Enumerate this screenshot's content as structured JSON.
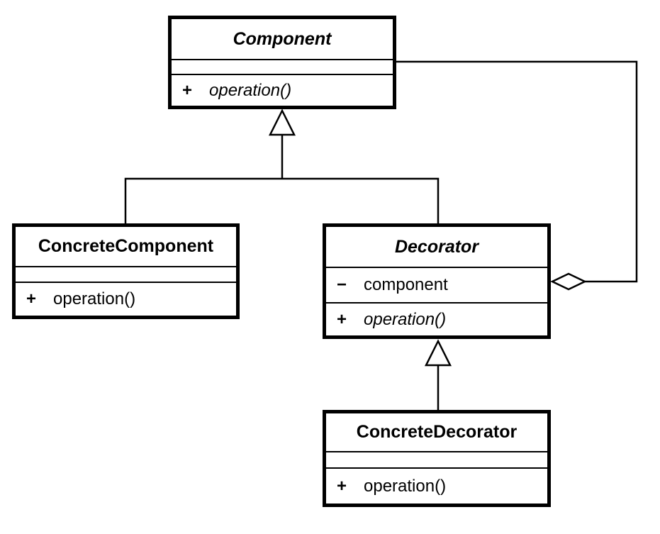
{
  "diagram": {
    "kind": "uml-class-diagram",
    "pattern_name": "Decorator",
    "background_color": "#ffffff",
    "line_color": "#000000",
    "box_fill_color": "#ffffff"
  },
  "classes": {
    "component": {
      "name": "Component",
      "abstract": true,
      "attributes": [],
      "methods": [
        {
          "visibility": "+",
          "name": "operation()",
          "abstract": true
        }
      ]
    },
    "concrete_component": {
      "name": "ConcreteComponent",
      "abstract": false,
      "attributes": [],
      "methods": [
        {
          "visibility": "+",
          "name": "operation()",
          "abstract": false
        }
      ]
    },
    "decorator": {
      "name": "Decorator",
      "abstract": true,
      "attributes": [
        {
          "visibility": "−",
          "name": "component"
        }
      ],
      "methods": [
        {
          "visibility": "+",
          "name": "operation()",
          "abstract": true
        }
      ]
    },
    "concrete_decorator": {
      "name": "ConcreteDecorator",
      "abstract": false,
      "attributes": [],
      "methods": [
        {
          "visibility": "+",
          "name": "operation()",
          "abstract": false
        }
      ]
    }
  },
  "relationships": [
    {
      "type": "generalization",
      "from": "ConcreteComponent",
      "to": "Component"
    },
    {
      "type": "generalization",
      "from": "Decorator",
      "to": "Component"
    },
    {
      "type": "generalization",
      "from": "ConcreteDecorator",
      "to": "Decorator"
    },
    {
      "type": "aggregation",
      "from": "Decorator",
      "to": "Component"
    }
  ]
}
